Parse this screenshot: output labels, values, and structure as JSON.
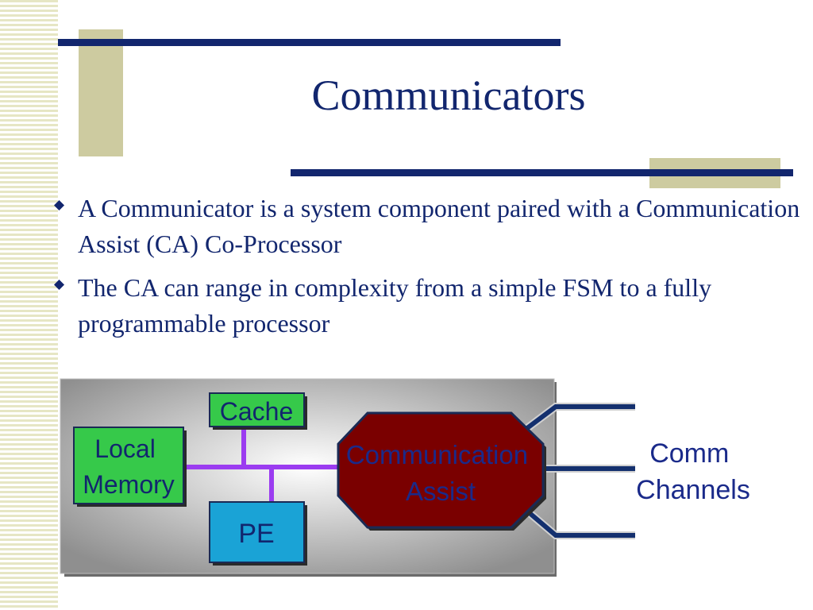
{
  "slide": {
    "title": "Communicators",
    "bullets": [
      "A Communicator is a system component paired with a Communication Assist (CA) Co-Processor",
      "The CA can range in complexity from a simple FSM to a fully programmable processor"
    ]
  },
  "diagram": {
    "cache_label": "Cache",
    "local_memory_label": [
      "Local",
      "Memory"
    ],
    "pe_label": "PE",
    "communication_assist_label": [
      "Communication",
      "Assist"
    ],
    "comm_channels_label": [
      "Comm",
      "Channels"
    ]
  },
  "colors": {
    "navy": "#12266e",
    "tan": "#cdcba0",
    "green_box": "#36c94a",
    "blue_box": "#1aa3d6",
    "ca_fill": "#7a0000",
    "bus": "#9b3cf0",
    "channel_line": "#14306e"
  },
  "icons": {
    "bullet": "diamond-bullet-icon"
  }
}
